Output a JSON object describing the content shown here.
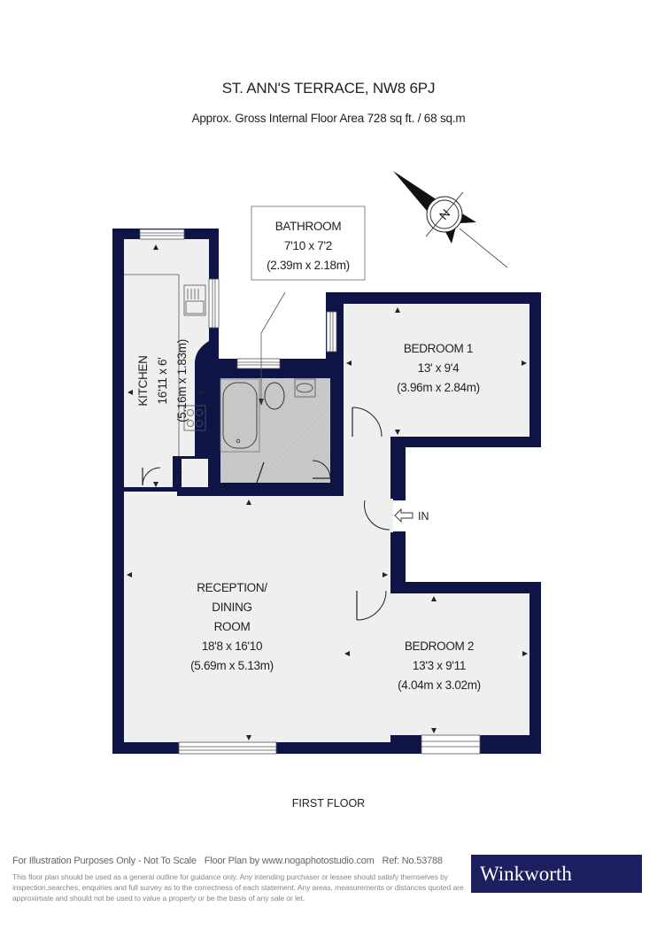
{
  "header": {
    "title": "ST. ANN'S TERRACE, NW8 6PJ",
    "subtitle": "Approx. Gross Internal Floor Area 728 sq ft. / 68 sq.m"
  },
  "compass": {
    "icon": "north-arrow-icon",
    "label": "N"
  },
  "rooms": {
    "bathroom": {
      "name": "BATHROOM",
      "imperial": "7'10 x 7'2",
      "metric": "(2.39m x 2.18m)"
    },
    "kitchen": {
      "name": "KITCHEN",
      "imperial": "16'11 x 6'",
      "metric": "(5.16m x 1.83m)"
    },
    "bedroom1": {
      "name": "BEDROOM 1",
      "imperial": "13' x 9'4",
      "metric": "(3.96m x 2.84m)"
    },
    "reception": {
      "name_line1": "RECEPTION/",
      "name_line2": "DINING",
      "name_line3": "ROOM",
      "imperial": "18'8 x 16'10",
      "metric": "(5.69m x 5.13m)"
    },
    "bedroom2": {
      "name": "BEDROOM 2",
      "imperial": "13'3 x 9'11",
      "metric": "(4.04m x 3.02m)"
    }
  },
  "entrance": {
    "label": "IN"
  },
  "floor": {
    "label": "FIRST FLOOR"
  },
  "footer": {
    "note": "For Illustration Purposes Only - Not To Scale",
    "credit": "Floor Plan by www.nogaphotostudio.com",
    "ref": "Ref: No.53788",
    "disclaimer": "This floor plan should be used as a general outline for guidance only. Any intending purchaser or lessee should satisfy themselves by inspection,searches, enquiries and full survey as to the correctness of each statement. Any areas, measurements or distances quoted are approximate and should not be used to value a property or be the basis of any sale or let."
  },
  "brand": {
    "name": "Winkworth",
    "color": "#1c2060"
  },
  "colors": {
    "wall": "#0f1446",
    "floor": "#efefef",
    "bathroom_floor": "#c8c8c8"
  }
}
